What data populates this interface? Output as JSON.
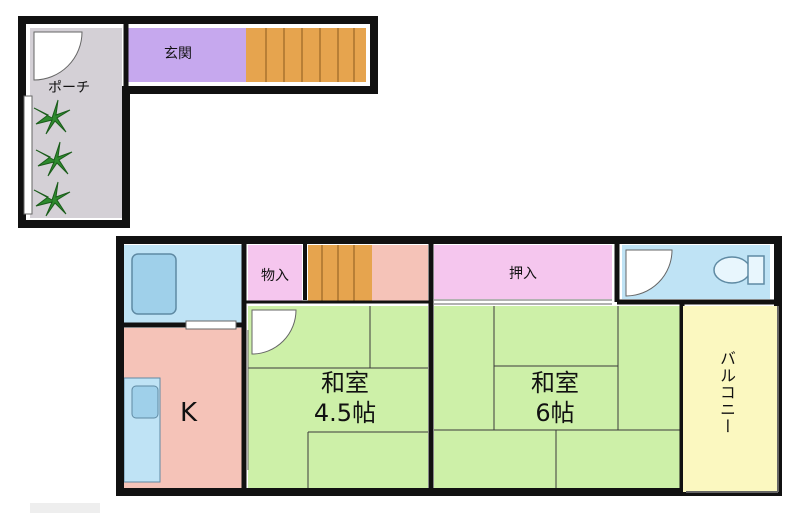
{
  "floorplan": {
    "rooms": {
      "genkan": "玄関",
      "porch": "ポーチ",
      "kitchen": "K",
      "washitsu_small": {
        "line1": "和室",
        "line2": "4.5帖"
      },
      "washitsu_large": {
        "line1": "和室",
        "line2": "6帖"
      },
      "storage": "物入",
      "closet": "押入",
      "balcony": "バルコニー"
    },
    "colors": {
      "wall": "#111111",
      "tatami": "#cdf0a8",
      "genkan": "#c6a8ee",
      "stairs": "#e6a44e",
      "porch": "#d4d0d6",
      "kitchen": "#f5c3b8",
      "bath": "#bfe3f5",
      "storage": "#f5c6ee",
      "stair_hall": "#f5c3b8",
      "balcony": "#fbf8c0"
    }
  }
}
